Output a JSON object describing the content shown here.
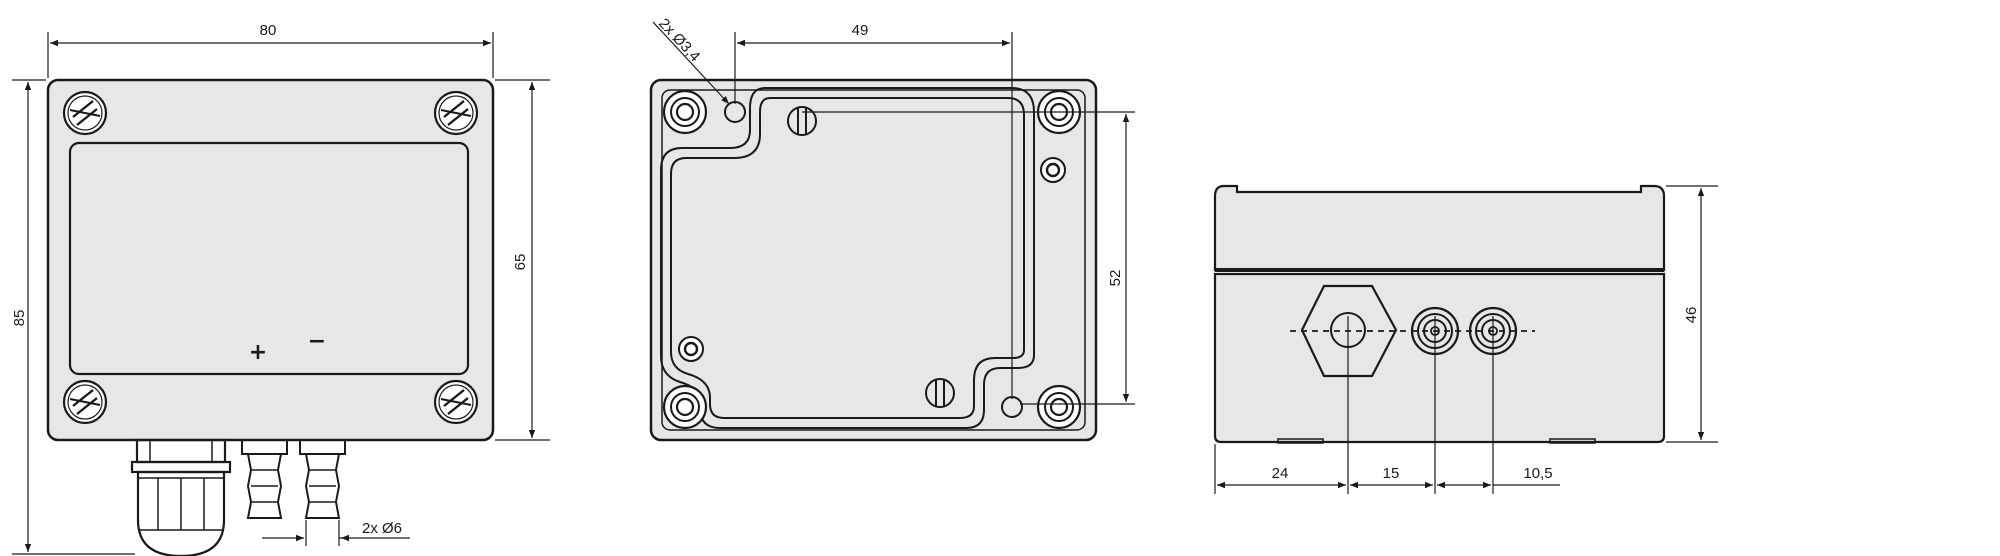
{
  "front_view": {
    "width_dim": "80",
    "total_height_dim": "85",
    "body_height_dim": "65",
    "plus_sign": "+",
    "minus_sign": "−",
    "nozzle_dim": "2x Ø6"
  },
  "back_view": {
    "hole_dim": "2x Ø3,4",
    "hole_spacing_dim": "49",
    "vertical_spacing_dim": "52"
  },
  "side_view": {
    "height_dim": "46",
    "offset_dims": [
      "24",
      "15",
      "10,5"
    ]
  },
  "colors": {
    "line": "#1a1a1a",
    "body_fill": "#e6e7e8",
    "background": "#ffffff"
  }
}
